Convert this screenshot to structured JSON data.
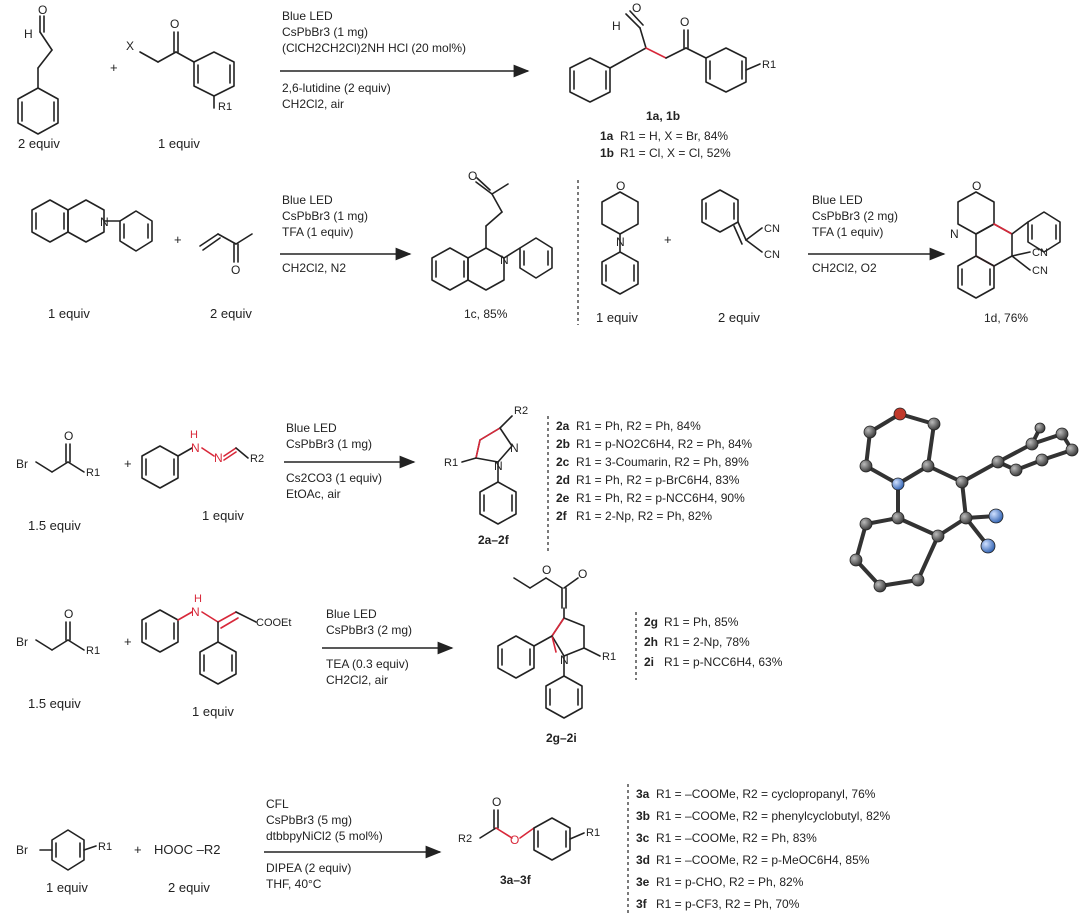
{
  "row1": {
    "reactant1": {
      "atoms": [
        "O",
        "H"
      ],
      "equiv": "2 equiv"
    },
    "reactant2": {
      "atoms": [
        "X",
        "O",
        "R1"
      ],
      "equiv": "1 equiv"
    },
    "plus": "+",
    "conditions_above": [
      "Blue LED",
      "CsPbBr3 (1 mg)",
      "(ClCH2CH2Cl)2NH HCl (20 mol%)"
    ],
    "conditions_below": [
      "2,6-lutidine (2 equiv)",
      "CH2Cl2, air"
    ],
    "product": {
      "atoms": [
        "O",
        "H",
        "O",
        "R1"
      ],
      "label": "1a, 1b"
    },
    "results": [
      {
        "id": "1a",
        "text": "R1 = H, X = Br, 84%"
      },
      {
        "id": "1b",
        "text": "R1 = Cl, X = Cl, 52%"
      }
    ],
    "highlight_colors": {
      "bond": "#d8283a",
      "Br": "#d8283a",
      "Cl_R1": "#2b3fbf",
      "Cl_X": "#d8283a"
    }
  },
  "row2": {
    "left": {
      "reactant1": {
        "atoms": [
          "N"
        ],
        "equiv": "1 equiv"
      },
      "reactant2": {
        "atoms": [
          "O"
        ],
        "equiv": "2 equiv"
      },
      "plus": "+",
      "conditions_above": [
        "Blue LED",
        "CsPbBr3 (1 mg)",
        "TFA (1 equiv)"
      ],
      "conditions_below": [
        "CH2Cl2, N2"
      ],
      "product": {
        "atoms": [
          "O",
          "N"
        ],
        "label": "1c, 85%"
      }
    },
    "right": {
      "reactant1": {
        "atoms": [
          "O",
          "N"
        ],
        "equiv": "1 equiv"
      },
      "reactant2": {
        "atoms": [
          "CN",
          "CN"
        ],
        "equiv": "2 equiv"
      },
      "plus": "+",
      "conditions_above": [
        "Blue LED",
        "CsPbBr3 (2 mg)",
        "TFA (1 equiv)"
      ],
      "conditions_below": [
        "CH2Cl2, O2"
      ],
      "product": {
        "atoms": [
          "O",
          "N",
          "CN",
          "CN"
        ],
        "label": "1d, 76%"
      }
    }
  },
  "row3": {
    "reactant1": {
      "atoms": [
        "O",
        "Br",
        "R1"
      ],
      "equiv": "1.5 equiv"
    },
    "reactant2": {
      "atoms": [
        "H",
        "N",
        "N",
        "R2"
      ],
      "equiv": "1 equiv"
    },
    "plus": "+",
    "conditions_above": [
      "Blue LED",
      "CsPbBr3 (1 mg)"
    ],
    "conditions_below": [
      "Cs2CO3 (1 equiv)",
      "EtOAc, air"
    ],
    "product": {
      "atoms": [
        "R2",
        "R1",
        "N",
        "N"
      ],
      "label": "2a–2f"
    },
    "results": [
      {
        "id": "2a",
        "text": "R1 = Ph, R2 = Ph, 84%"
      },
      {
        "id": "2b",
        "text": "R1 = p-NO2C6H4, R2 = Ph, 84%"
      },
      {
        "id": "2c",
        "text": "R1 = 3-Coumarin, R2 = Ph, 89%"
      },
      {
        "id": "2d",
        "text": "R1 = Ph, R2 = p-BrC6H4, 83%"
      },
      {
        "id": "2e",
        "text": "R1 = Ph, R2 = p-NCC6H4, 90%"
      },
      {
        "id": "2f",
        "text": "R1 = 2-Np, R2 = Ph, 82%"
      }
    ]
  },
  "row4": {
    "reactant1": {
      "atoms": [
        "O",
        "Br",
        "R1"
      ],
      "equiv": "1.5 equiv"
    },
    "reactant2": {
      "atoms": [
        "H",
        "N",
        "COOEt"
      ],
      "equiv": "1 equiv"
    },
    "plus": "+",
    "conditions_above": [
      "Blue LED",
      "CsPbBr3 (2 mg)"
    ],
    "conditions_below": [
      "TEA (0.3 equiv)",
      "CH2Cl2, air"
    ],
    "product": {
      "atoms": [
        "O",
        "O",
        "N",
        "R1"
      ],
      "label": "2g–2i"
    },
    "results": [
      {
        "id": "2g",
        "text": "R1 = Ph, 85%"
      },
      {
        "id": "2h",
        "text": "R1 = 2-Np, 78%"
      },
      {
        "id": "2i",
        "text": "R1 = p-NCC6H4, 63%"
      }
    ]
  },
  "row5": {
    "reactant1": {
      "atoms": [
        "Br",
        "R1"
      ],
      "equiv": "1 equiv"
    },
    "reactant2": {
      "text": "HOOC –R2",
      "equiv": "2 equiv"
    },
    "plus": "+",
    "conditions_above": [
      "CFL",
      "CsPbBr3 (5 mg)",
      "dtbbpyNiCl2 (5 mol%)"
    ],
    "conditions_below": [
      "DIPEA (2 equiv)",
      "THF, 40°C"
    ],
    "product": {
      "atoms": [
        "O",
        "R2",
        "O",
        "R1"
      ],
      "label": "3a–3f"
    },
    "results": [
      {
        "id": "3a",
        "text": "R1 = –COOMe, R2 = cyclopropanyl, 76%"
      },
      {
        "id": "3b",
        "text": "R1 = –COOMe, R2 = phenylcyclobutyl, 82%"
      },
      {
        "id": "3c",
        "text": "R1 = –COOMe, R2 = Ph, 83%"
      },
      {
        "id": "3d",
        "text": "R1 = –COOMe, R2 = p-MeOC6H4, 85%"
      },
      {
        "id": "3e",
        "text": "R1 = p-CHO, R2 = Ph, 82%"
      },
      {
        "id": "3f",
        "text": "R1 = p-CF3, R2 = Ph, 70%"
      }
    ]
  },
  "colors": {
    "ink": "#222222",
    "red": "#d8283a",
    "blue": "#2b3fbf",
    "atom_n": "#3a6fd0",
    "atom_o": "#c0392b"
  }
}
